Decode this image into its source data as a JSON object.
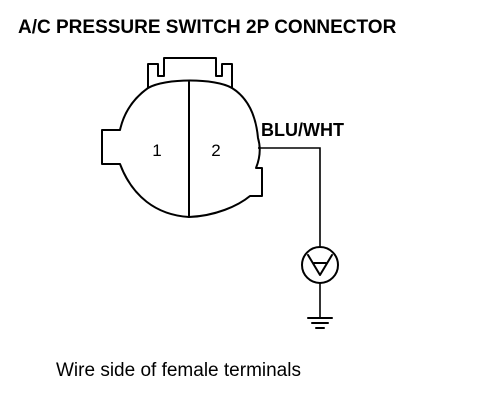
{
  "title": "A/C PRESSURE SWITCH 2P CONNECTOR",
  "connector": {
    "pins": [
      {
        "label": "1"
      },
      {
        "label": "2"
      }
    ]
  },
  "wire": {
    "color_label": "BLU/WHT"
  },
  "caption": "Wire side of female terminals",
  "colors": {
    "line": "#000000",
    "background": "#ffffff"
  },
  "icons": {
    "meter": "voltmeter-symbol",
    "ground": "ground-symbol"
  }
}
